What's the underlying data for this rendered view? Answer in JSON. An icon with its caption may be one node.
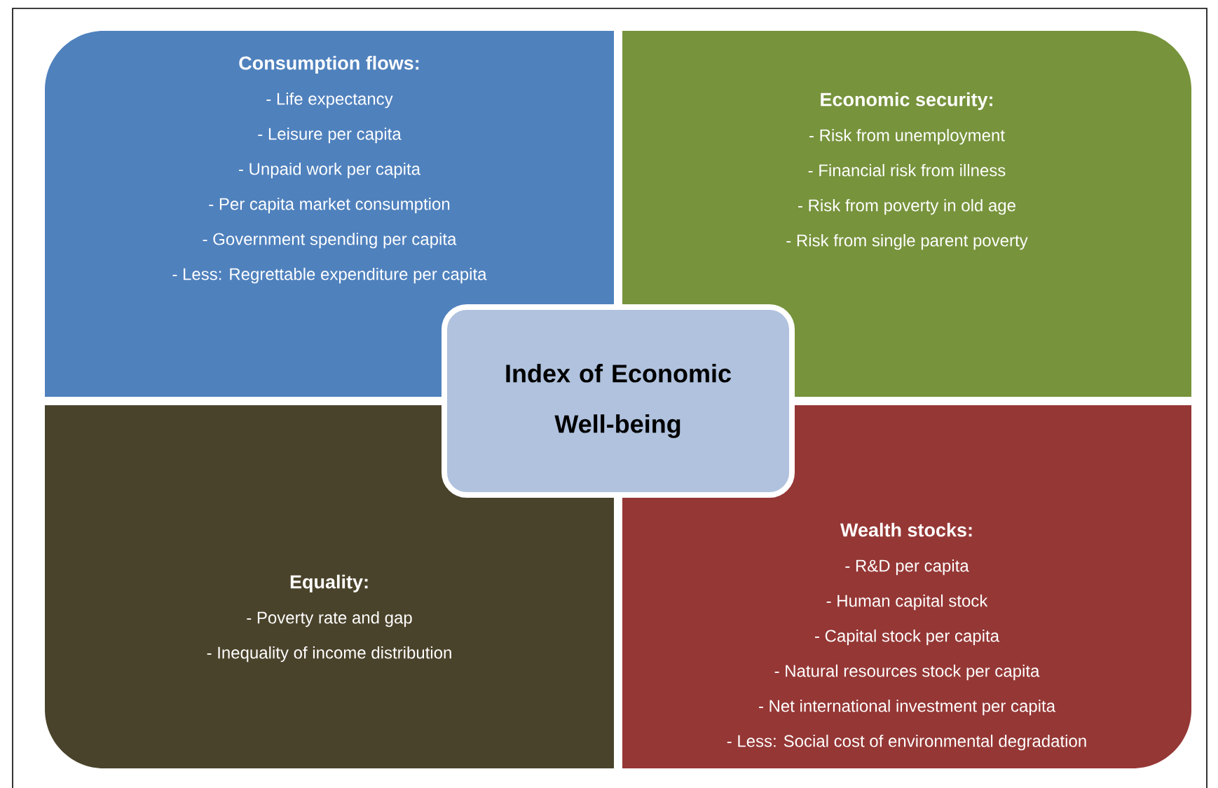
{
  "diagram": {
    "nodes": [
      {
        "text": [
          "Consumption flows:",
          "- Life expectancy",
          "- Leisure per capita",
          "- Unpaid work per capita",
          "- Per capita market consumption",
          "- Government spending per capita",
          "- Less: Regrettable expenditure per capita"
        ]
      },
      {
        "text": [
          "Economic security:",
          "- Risk from unemployment",
          "- Financial risk from illness",
          "- Risk from poverty in old age",
          "- Risk from single parent poverty"
        ]
      },
      {
        "text": [
          "Equality:",
          "- Poverty rate and gap",
          "- Inequality of income distribution"
        ]
      },
      {
        "text": [
          "Wealth stocks:",
          "- R&D per capita",
          "- Human capital stock",
          "- Capital stock per capita",
          "- Natural resources stock per capita",
          "- Net international investment per capita",
          "- Less: Social cost of environmental degradation"
        ]
      },
      {
        "text": [
          "Index of Economic Well-being"
        ]
      }
    ]
  }
}
